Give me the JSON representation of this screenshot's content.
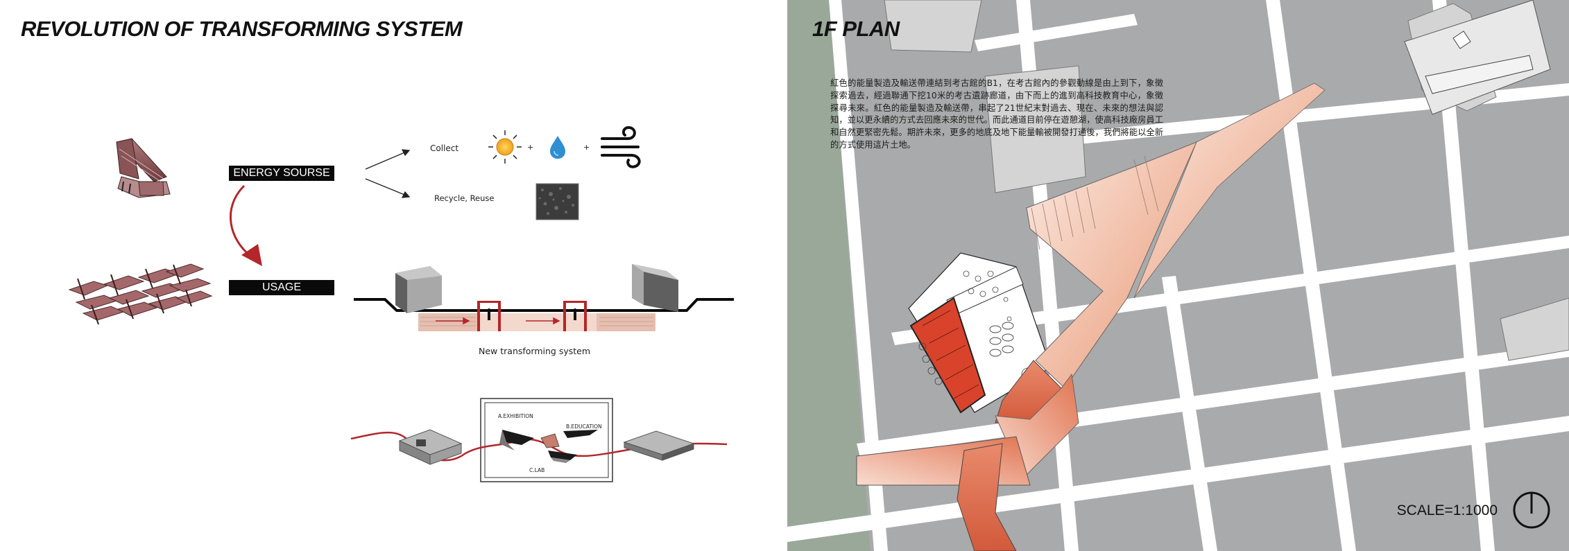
{
  "left_panel": {
    "title": "REVOLUTION OF TRANSFORMING SYSTEM",
    "energy_label": "ENERGY   SOURSE",
    "usage_label": "USAGE",
    "collect_label": "Collect",
    "recycle_label": "Recycle, Reuse",
    "plus_1": "+",
    "plus_2": "+",
    "section_caption": "New transforming system",
    "zone_a": "A.EXHIBITION",
    "zone_b": "B.EDUCATION",
    "zone_c": "C.LAB",
    "icons": [
      "sun-icon",
      "water-drop-icon",
      "wind-icon"
    ]
  },
  "right_panel": {
    "title": "1F PLAN",
    "description": "紅色的能量製造及輸送帶連結到考古館的B1，在考古館內的參觀動線是由上到下，象徵探索過去，經過聯通下挖10米的考古遺跡廊道，由下而上的進到高科技教育中心，象徵探尋未來。紅色的能量製造及輸送帶，串起了21世紀末對過去、現在、未來的想法與認知，並以更永續的方式去回應未來的世代。而此通道目前停在遊憩湖，使高科技廠房員工和自然更緊密先鬆。期許未來，更多的地底及地下能量輸被開發打通後，我們將能以全新的方式使用這片土地。",
    "scale": "SCALE=1:1000"
  },
  "colors": {
    "accent_red": "#b3262a",
    "conveyor_red": "#d9432b",
    "gradient_light": "#f6d6c8",
    "gradient_dark": "#e0765a",
    "road": "#ffffff",
    "block_gray": "#a9aaab",
    "green_area": "#9aa89a"
  }
}
